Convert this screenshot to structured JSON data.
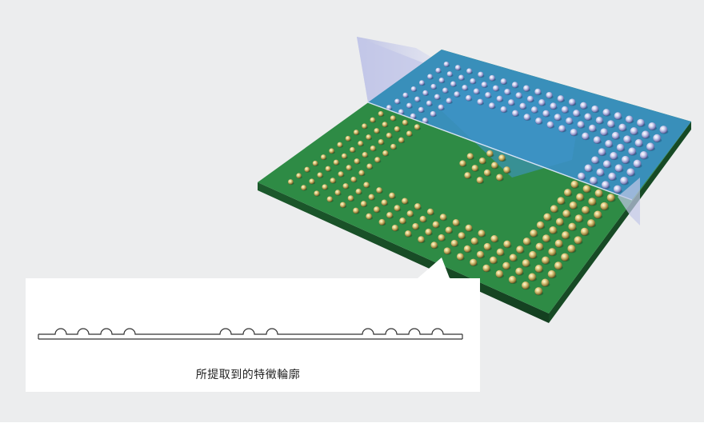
{
  "figure": {
    "caption": "所提取到的特徵輪廓"
  },
  "colors": {
    "background": "#ecedee",
    "board_green": "#2e8b45",
    "board_edge": "#1f5e2e",
    "scan_plane_blue": "#3b8fc4",
    "laser_sheet": "#c9cdea",
    "solder_gold": "#d8c37a",
    "solder_silver": "#c7cbe6",
    "panel_bg": "#ffffff",
    "profile_line": "#333333"
  },
  "icons": {
    "board": "bga-chip-board-illustration",
    "profile": "profile-outline"
  }
}
